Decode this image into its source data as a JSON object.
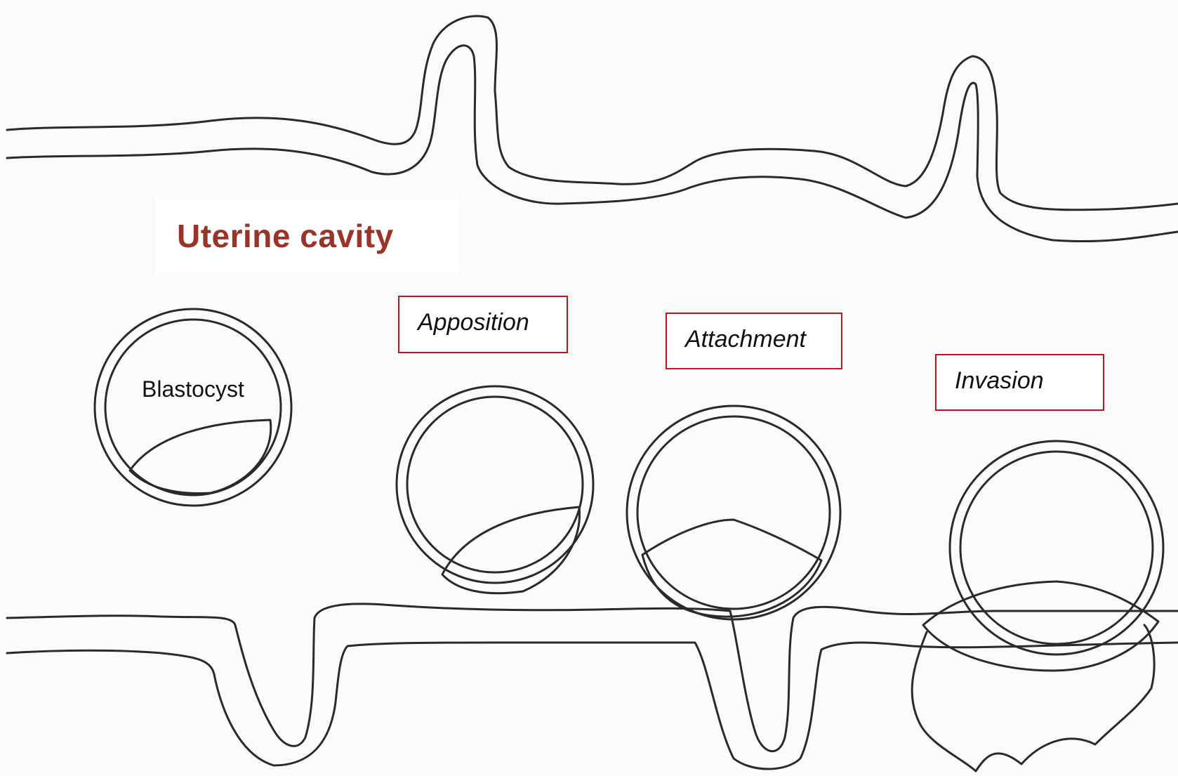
{
  "labels": {
    "cavity": "Uterine cavity",
    "blastocyst": "Blastocyst",
    "apposition": "Apposition",
    "attachment": "Attachment",
    "invasion": "Invasion"
  },
  "colors": {
    "cavity_label": "#9a3328",
    "box_border": "#c0141c",
    "line": "#2a2a2a"
  }
}
